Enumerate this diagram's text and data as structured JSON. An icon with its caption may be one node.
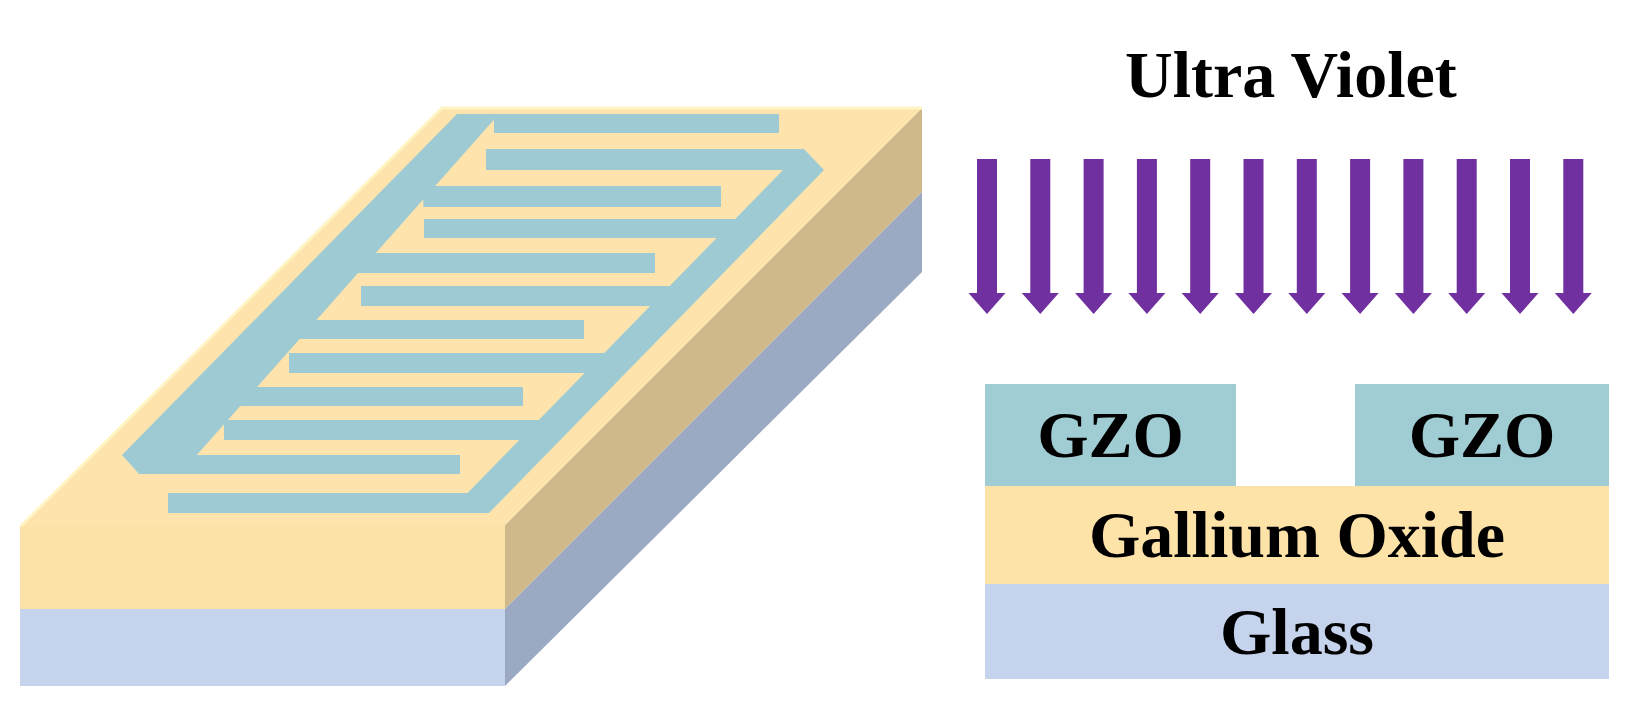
{
  "diagram": {
    "nodes": [
      {
        "text": [
          "GZO"
        ]
      },
      {
        "text": [
          "GZO"
        ]
      },
      {
        "text": [
          "Gallium Oxide"
        ]
      },
      {
        "text": [
          "Glass"
        ]
      }
    ],
    "labels": [
      "Ultra Violet"
    ]
  }
}
